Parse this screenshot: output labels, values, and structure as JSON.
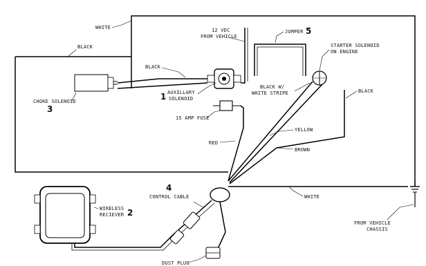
{
  "labels": {
    "white_top": "WHITE",
    "black_top": "BLACK",
    "twelve_vdc_1": "12 VDC",
    "twelve_vdc_2": "FROM VEHICLE",
    "jumper": "JUMPER",
    "jumper_num": "5",
    "starter_1": "STARTER SOLENOID",
    "starter_2": "ON ENGINE",
    "black_mid": "BLACK",
    "aux_num": "1",
    "aux_1": "AUXILLARY",
    "aux_2": "SOLENOID",
    "choke": "CHOKE SOLENOID",
    "choke_num": "3",
    "bw_1": "BLACK W/",
    "bw_2": "WHITE STRIPE",
    "black_right": "BLACK",
    "fuse": "15 AMP FUSE",
    "yellow": "YELLOW",
    "red": "RED",
    "brown": "BROWN",
    "cc_num": "4",
    "control_cable": "CONTROL CABLE",
    "white_bottom": "WHITE",
    "wireless_1": "WIRELESS",
    "wireless_2": "RECIEVER",
    "wireless_num": "2",
    "chassis_1": "FROM VEHICLE",
    "chassis_2": "CHASSIS",
    "dust_plug": "DUST PLUG"
  }
}
